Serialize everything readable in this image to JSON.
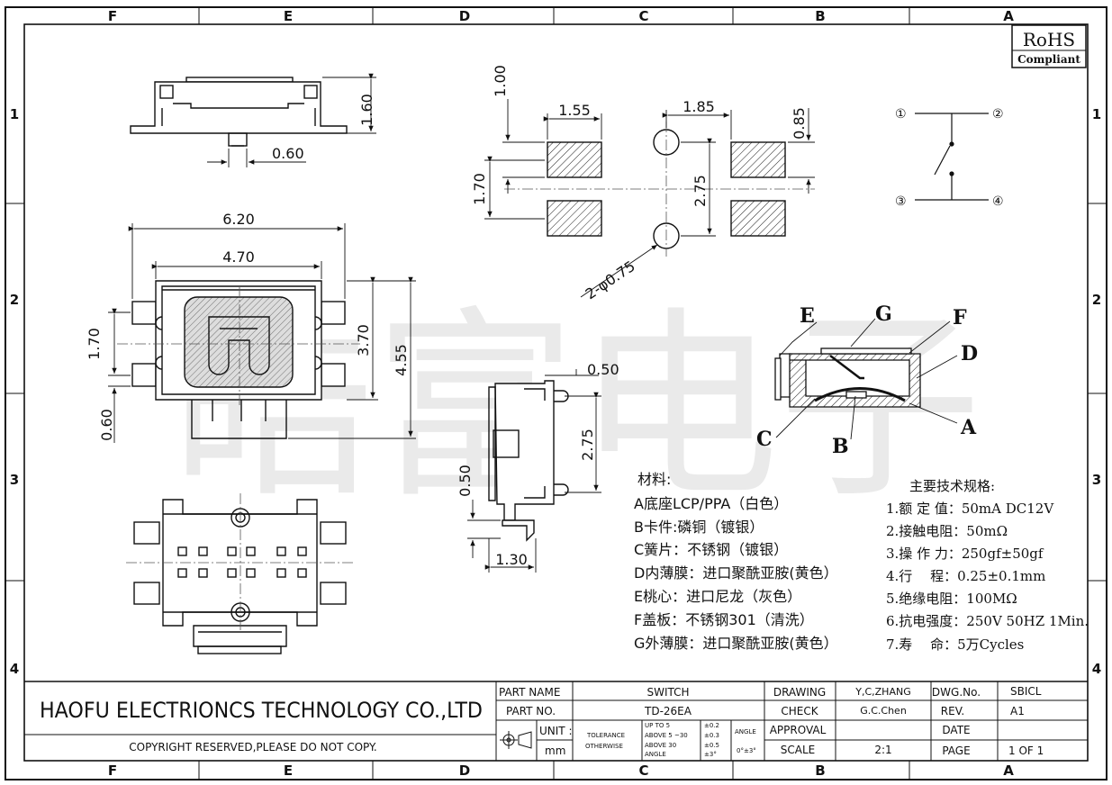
{
  "zone_columns": [
    "F",
    "E",
    "D",
    "C",
    "B",
    "A"
  ],
  "zone_rows": [
    "1",
    "2",
    "3",
    "4"
  ],
  "rohs": {
    "line1": "RoHS",
    "line2": "Compliant"
  },
  "watermark": "皓富电子",
  "dimensions": {
    "side_width": "0.60",
    "side_height": "1.60",
    "top_overall": "6.20",
    "top_body": "4.70",
    "top_left_pitch": "1.70",
    "top_lead": "0.60",
    "top_h_inner": "3.70",
    "top_h_outer": "4.55",
    "pad_width": "1.55",
    "pad_gap": "1.85",
    "pad_stack": "1.70",
    "pad_top_gap": "1.00",
    "pad_height": "0.85",
    "hole_pitch": "2.75",
    "hole_dia": "2-φ0.75",
    "end_top": "0.50",
    "end_pitch": "2.75",
    "end_lead": "0.50",
    "end_width": "1.30"
  },
  "schematic": {
    "p1": "①",
    "p2": "②",
    "p3": "③",
    "p4": "④"
  },
  "section_labels": {
    "E": "E",
    "G": "G",
    "F": "F",
    "D": "D",
    "C": "C",
    "B": "B",
    "A": "A"
  },
  "materials": {
    "title": "材料:",
    "items": [
      "A底座LCP/PPA（白色）",
      "B卡件:磷铜（镀银）",
      "C簧片：不锈钢（镀银）",
      "D内薄膜：进口聚酰亚胺(黄色）",
      "E桃心：进口尼龙（灰色）",
      "F盖板：不锈钢301（清洗）",
      "G外薄膜：进口聚酰亚胺(黄色）"
    ]
  },
  "specs": {
    "title": "主要技术规格:",
    "items": [
      "1.额 定 值：50mA DC12V",
      "2.接触电阻：50mΩ",
      "3.操 作 力：250gf±50gf",
      "4.行　 程：0.25±0.1mm",
      "5.绝缘电阻：100MΩ",
      "6.抗电强度：250V 50HZ 1Min.",
      "7.寿　 命：5万Cycles"
    ]
  },
  "title_block": {
    "company": "HAOFU ELECTRIONCS TECHNOLOGY CO.,LTD",
    "copyright": "COPYRIGHT RESERVED,PLEASE DO NOT COPY.",
    "part_name_label": "PART NAME",
    "part_name": "SWITCH",
    "part_no_label": "PART NO.",
    "part_no": "TD-26EA",
    "unit_label": "UNIT :",
    "unit": "mm",
    "tol_label1": "TOLERANCE",
    "tol_label2": "OTHERWISE",
    "tol_r1": "UP TO 5",
    "tol_r2": "ABOVE 5 ~30",
    "tol_r3": "ABOVE 30",
    "tol_r4": "ANGLE",
    "tol_v1": "±0.2",
    "tol_v2": "±0.3",
    "tol_v3": "±0.5",
    "tol_v4": "±3°",
    "angle_label": "ANGLE",
    "angle_value": "0°±3°",
    "drawing_label": "DRAWING",
    "drawing": "Y,C,ZHANG",
    "check_label": "CHECK",
    "check": "G.C.Chen",
    "approval_label": "APPROVAL",
    "approval": "",
    "scale_label": "SCALE",
    "scale": "2:1",
    "dwg_label": "DWG.No.",
    "dwg": "SBICL",
    "rev_label": "REV.",
    "rev": "A1",
    "date_label": "DATE",
    "date": "",
    "page_label": "PAGE",
    "page": "1 OF 1"
  }
}
